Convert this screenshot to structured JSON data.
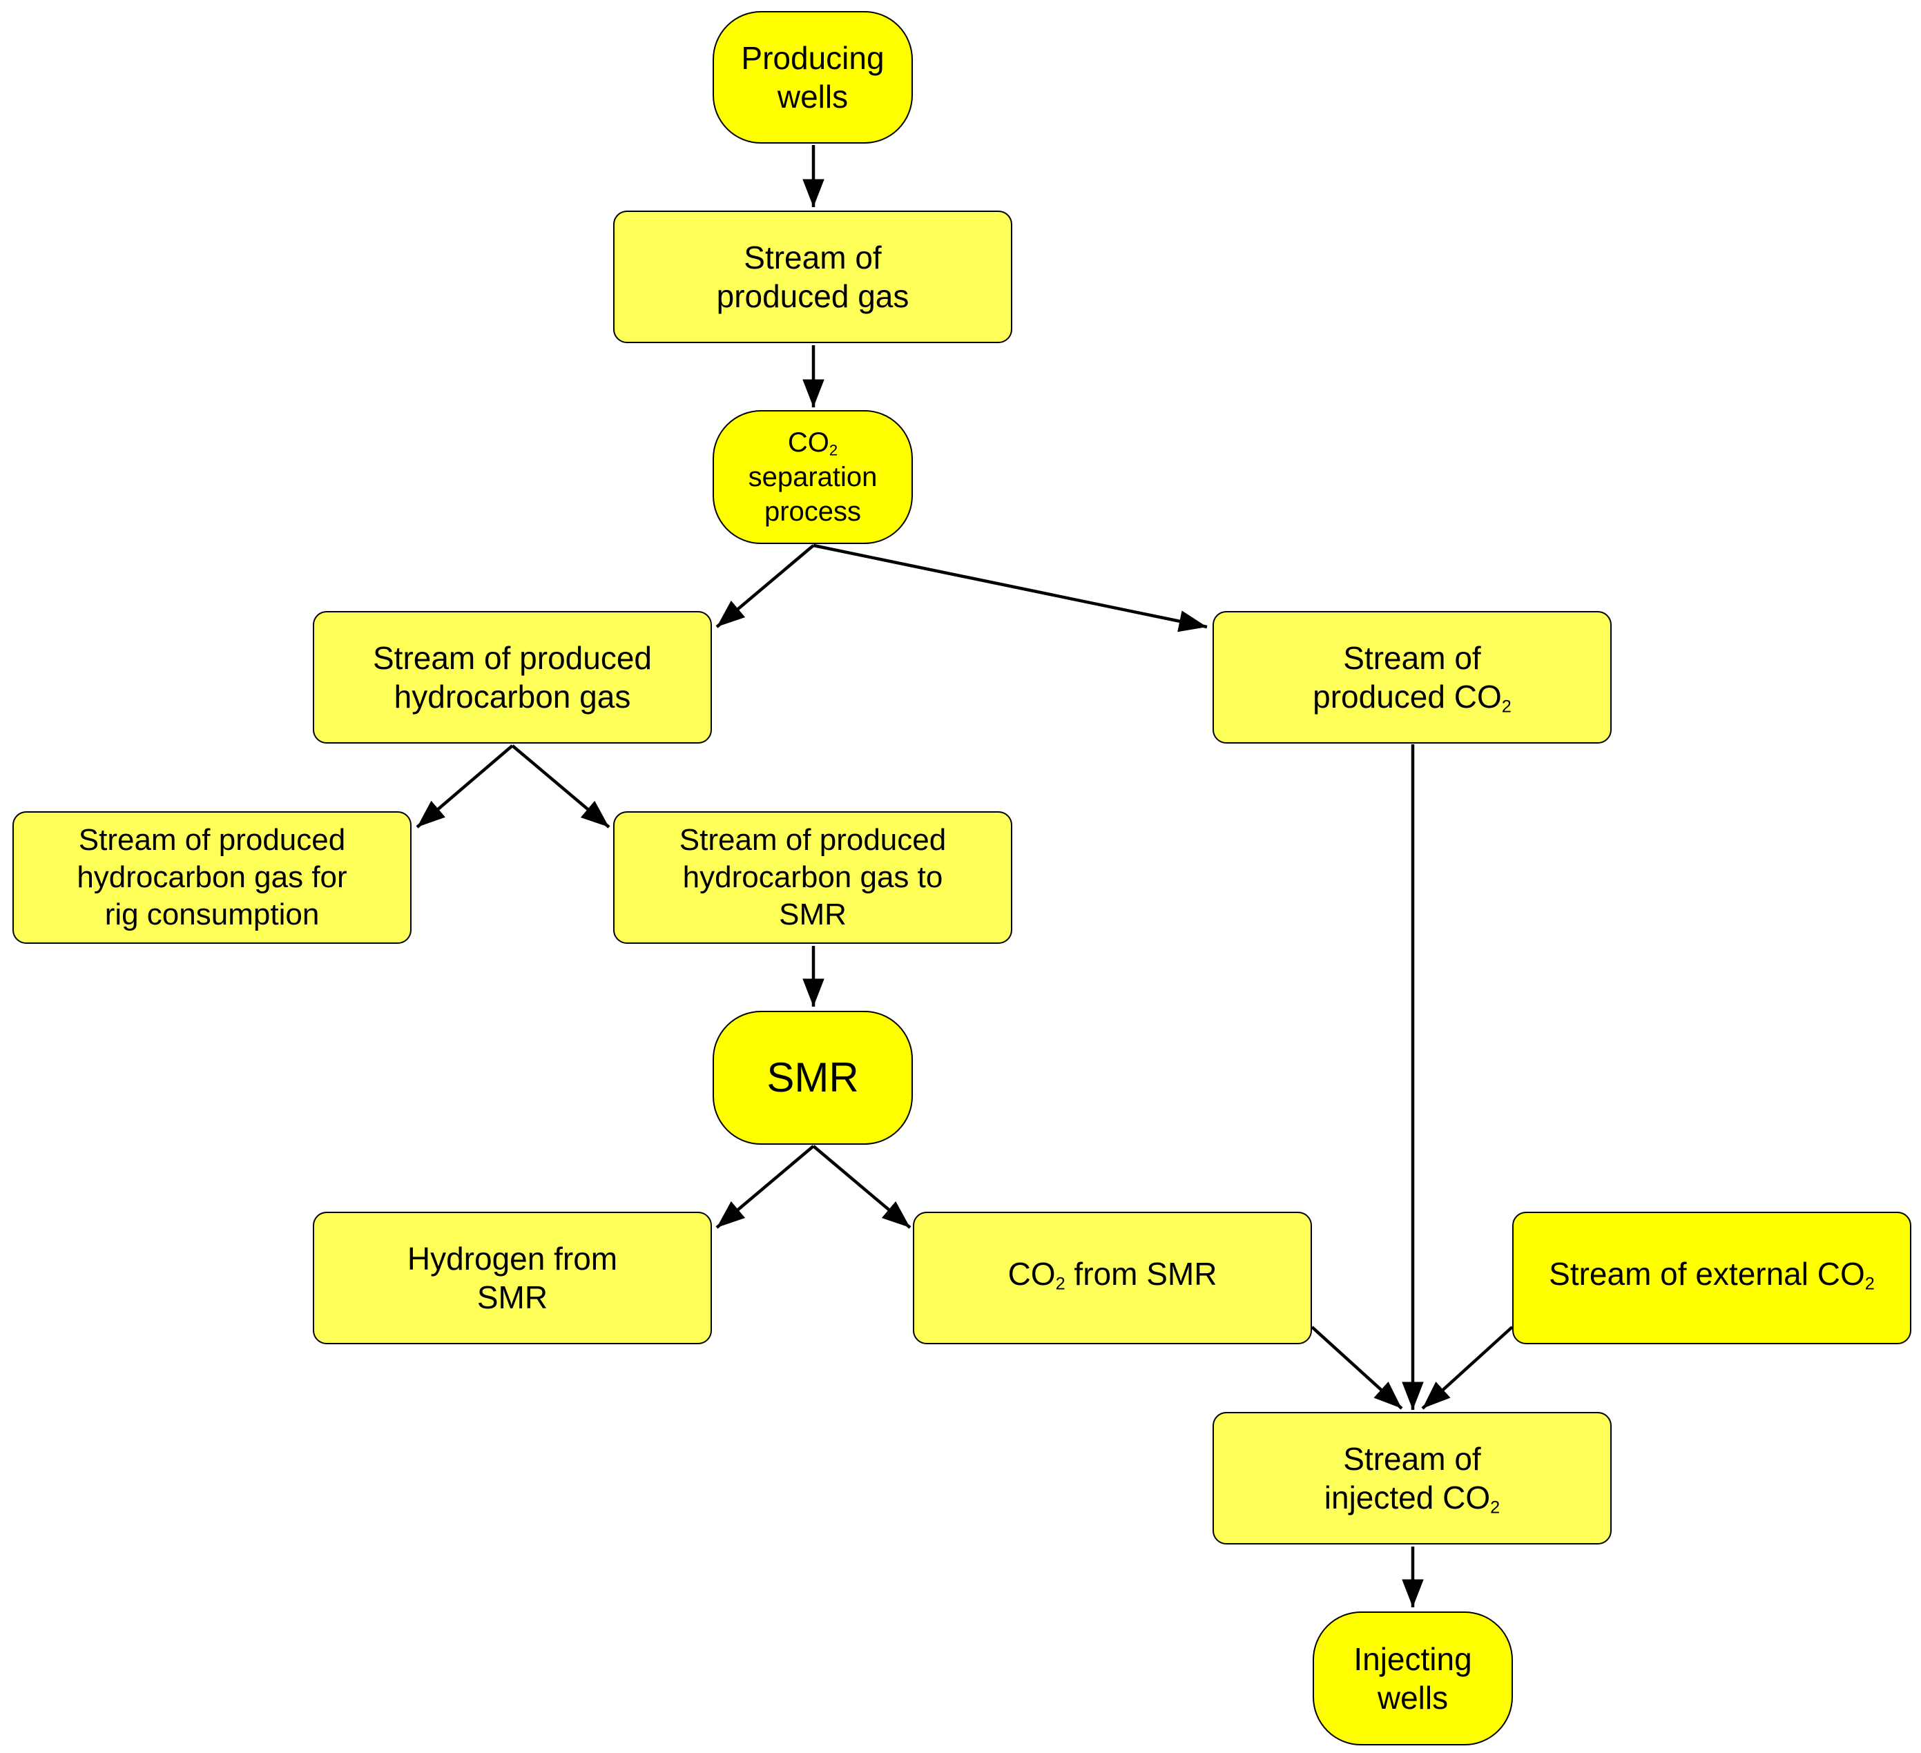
{
  "colors": {
    "terminal_fill": "#ffff00",
    "process_fill": "#ffff5a",
    "stroke": "#000000"
  },
  "nodes": {
    "producing_wells": {
      "lines": [
        "Producing",
        "wells"
      ]
    },
    "produced_gas": {
      "lines": [
        "Stream of",
        "produced gas"
      ]
    },
    "co2_separation": {
      "co": "CO",
      "sub": "2",
      "lines": [
        "separation",
        "process"
      ]
    },
    "hydrocarbon_gas": {
      "lines": [
        "Stream of produced",
        "hydrocarbon gas"
      ]
    },
    "produced_co2": {
      "line1": "Stream of",
      "line2_prefix": "produced CO",
      "sub": "2"
    },
    "rig_consumption": {
      "lines": [
        "Stream of produced",
        "hydrocarbon gas for",
        "rig consumption"
      ]
    },
    "gas_to_smr": {
      "lines": [
        "Stream of produced",
        "hydrocarbon gas to",
        "SMR"
      ]
    },
    "smr": {
      "label": "SMR"
    },
    "hydrogen": {
      "lines": [
        "Hydrogen from",
        "SMR"
      ]
    },
    "co2_from_smr": {
      "prefix": "CO",
      "sub": "2",
      "suffix": " from SMR"
    },
    "external_co2": {
      "prefix": "Stream of external CO",
      "sub": "2"
    },
    "injected_co2": {
      "line1": "Stream of",
      "line2_prefix": "injected CO",
      "sub": "2"
    },
    "injecting_wells": {
      "lines": [
        "Injecting",
        "wells"
      ]
    }
  }
}
